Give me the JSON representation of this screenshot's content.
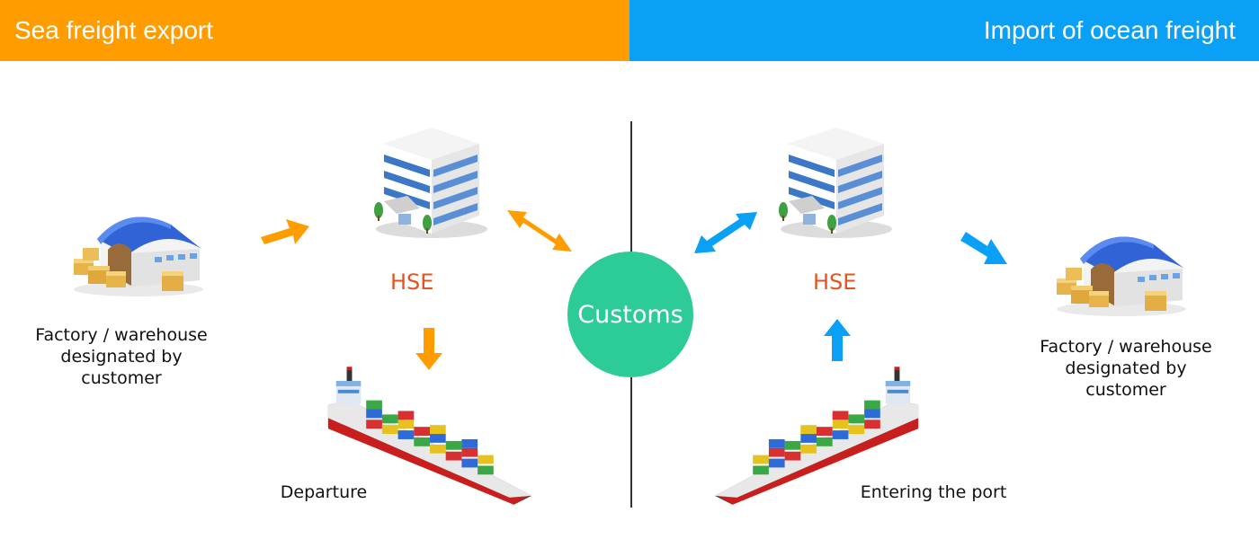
{
  "header": {
    "export_title": "Sea freight export",
    "import_title": "Import of ocean freight",
    "export_color": "#FF9D00",
    "import_color": "#0AA0F5"
  },
  "export_side": {
    "warehouse_label_line1": "Factory / warehouse",
    "warehouse_label_line2": "designated by customer",
    "office_label": "HSE",
    "ship_label": "Departure"
  },
  "center": {
    "customs_label": "Customs",
    "customs_color": "#2DCB97"
  },
  "import_side": {
    "office_label": "HSE",
    "ship_label": "Entering the port",
    "warehouse_label_line1": "Factory / warehouse",
    "warehouse_label_line2": "designated by customer"
  },
  "icons": [
    "warehouse-icon",
    "office-building-icon",
    "container-ship-icon",
    "arrow-icon"
  ]
}
